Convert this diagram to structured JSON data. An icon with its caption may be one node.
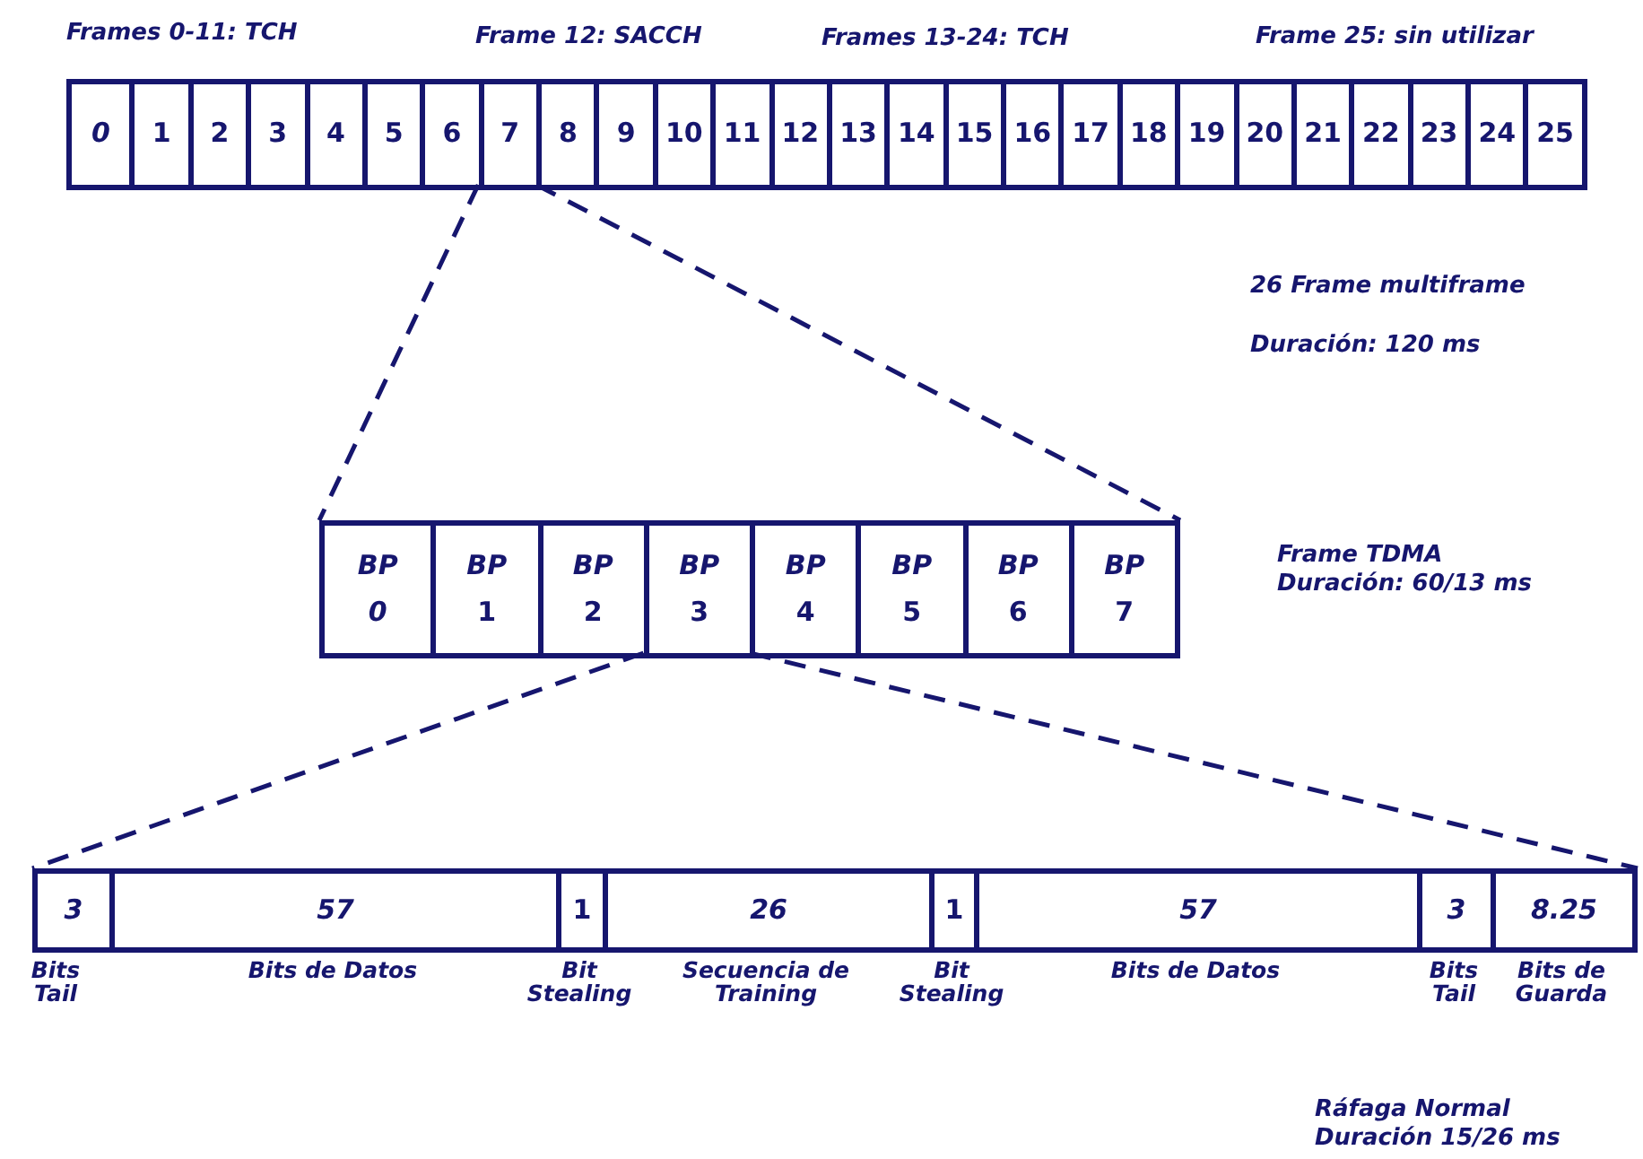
{
  "diagram": {
    "nodes": [
      {
        "text": [],
        "shape": "bar",
        "beside": [
          "26 Frame multiframe",
          "Duración: 120 ms"
        ]
      },
      {
        "text": [
          "0"
        ],
        "in": 0
      },
      {
        "text": [
          "1"
        ],
        "in": 0
      },
      {
        "text": [
          "2"
        ],
        "in": 0
      },
      {
        "text": [
          "3"
        ],
        "in": 0
      },
      {
        "text": [
          "4"
        ],
        "in": 0
      },
      {
        "text": [
          "5"
        ],
        "in": 0
      },
      {
        "text": [
          "6"
        ],
        "in": 0
      },
      {
        "text": [
          "7"
        ],
        "in": 0
      },
      {
        "text": [
          "8"
        ],
        "in": 0
      },
      {
        "text": [
          "9"
        ],
        "in": 0
      },
      {
        "text": [
          "10"
        ],
        "in": 0
      },
      {
        "text": [
          "11"
        ],
        "in": 0
      },
      {
        "text": [
          "12"
        ],
        "in": 0
      },
      {
        "text": [
          "13"
        ],
        "in": 0
      },
      {
        "text": [
          "14"
        ],
        "in": 0
      },
      {
        "text": [
          "15"
        ],
        "in": 0
      },
      {
        "text": [
          "16"
        ],
        "in": 0
      },
      {
        "text": [
          "17"
        ],
        "in": 0
      },
      {
        "text": [
          "18"
        ],
        "in": 0
      },
      {
        "text": [
          "19"
        ],
        "in": 0
      },
      {
        "text": [
          "20"
        ],
        "in": 0
      },
      {
        "text": [
          "21"
        ],
        "in": 0
      },
      {
        "text": [
          "22"
        ],
        "in": 0
      },
      {
        "text": [
          "23"
        ],
        "in": 0
      },
      {
        "text": [
          "24"
        ],
        "in": 0
      },
      {
        "text": [
          "25"
        ],
        "in": 0
      },
      {
        "text": [],
        "shape": "bar",
        "beside": [
          "Frame TDMA",
          "Duración: 60/13 ms"
        ]
      },
      {
        "text": [
          "BP",
          "0"
        ],
        "in": 27
      },
      {
        "text": [
          "BP",
          "1"
        ],
        "in": 27
      },
      {
        "text": [
          "BP",
          "2"
        ],
        "in": 27
      },
      {
        "text": [
          "BP",
          "3"
        ],
        "in": 27
      },
      {
        "text": [
          "BP",
          "4"
        ],
        "in": 27
      },
      {
        "text": [
          "BP",
          "5"
        ],
        "in": 27
      },
      {
        "text": [
          "BP",
          "6"
        ],
        "in": 27
      },
      {
        "text": [
          "BP",
          "7"
        ],
        "in": 27
      },
      {
        "text": [],
        "shape": "bar",
        "beside": [
          "Ráfaga Normal",
          "Duración 15/26 ms"
        ]
      },
      {
        "text": [
          "3"
        ],
        "in": 36,
        "beside": [
          "Bits Tail"
        ]
      },
      {
        "text": [
          "57"
        ],
        "in": 36,
        "beside": [
          "Bits de Datos"
        ]
      },
      {
        "text": [
          "1"
        ],
        "in": 36,
        "beside": [
          "Bit Stealing"
        ]
      },
      {
        "text": [
          "26"
        ],
        "in": 36,
        "beside": [
          "Secuencia de Training"
        ]
      },
      {
        "text": [
          "1"
        ],
        "in": 36,
        "beside": [
          "Bit Stealing"
        ]
      },
      {
        "text": [
          "57"
        ],
        "in": 36,
        "beside": [
          "Bits de Datos"
        ]
      },
      {
        "text": [
          "3"
        ],
        "in": 36,
        "beside": [
          "Bits Tail"
        ]
      },
      {
        "text": [
          "8.25"
        ],
        "in": 36,
        "beside": [
          "Bits de Guarda"
        ]
      }
    ],
    "edges": [
      {
        "from": 8,
        "to": 27,
        "arrow": "none",
        "style": "dashed"
      },
      {
        "from": 8,
        "to": 27,
        "arrow": "none",
        "style": "dashed"
      },
      {
        "from": 31,
        "to": 36,
        "arrow": "none",
        "style": "dashed"
      },
      {
        "from": 31,
        "to": 36,
        "arrow": "none",
        "style": "dashed"
      }
    ],
    "labels": [
      "Frames 0-11: TCH",
      "Frame 12: SACCH",
      "Frames 13-24: TCH",
      "Frame 25: sin utilizar"
    ]
  }
}
